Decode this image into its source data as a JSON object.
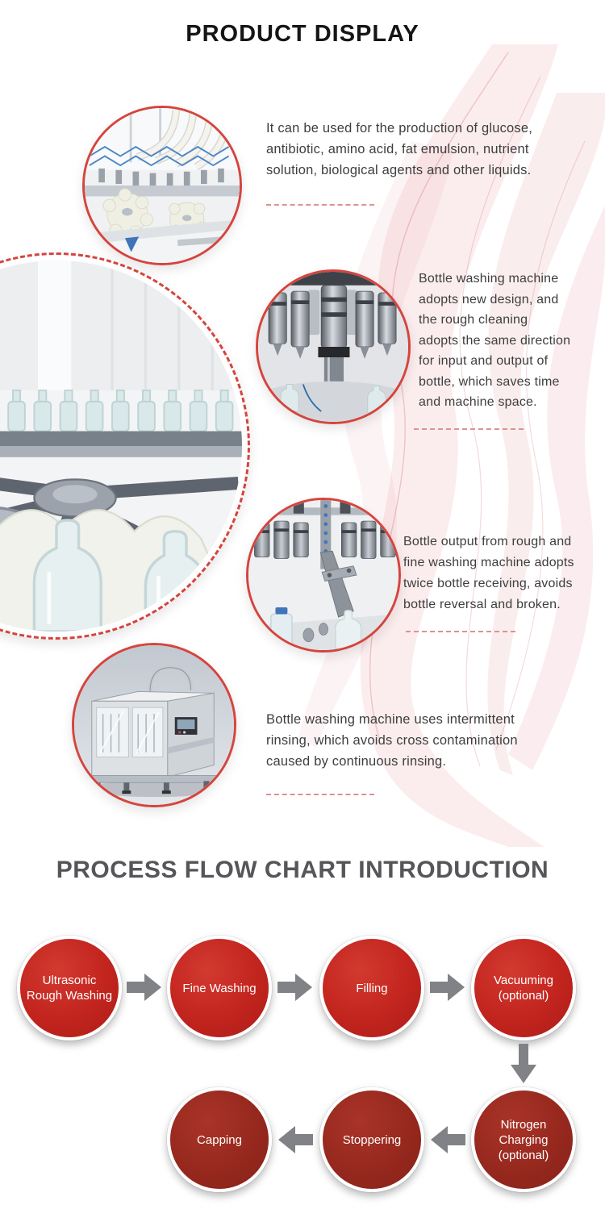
{
  "header": {
    "title": "PRODUCT DISPLAY"
  },
  "features": [
    {
      "image": "filling-line-closeup-photo",
      "text": "It can be used for the production of glucose,\nantibiotic, amino acid, fat emulsion, nutrient\nsolution, biological agents and other liquids."
    },
    {
      "image": "bottle-washing-heads-closeup-photo",
      "text": "Bottle washing machine\nadopts new design, and\nthe rough cleaning\nadopts the same direction\nfor input and output of\nbottle, which saves time\nand machine space."
    },
    {
      "image": "bottle-gripper-closeup-photo",
      "text": "Bottle output from rough and\nfine washing machine adopts\ntwice bottle receiving, avoids\nbottle reversal and broken."
    },
    {
      "image": "washing-machine-full-view-photo",
      "text": "Bottle washing machine uses intermittent\nrinsing, which avoids cross contamination\ncaused by continuous rinsing."
    }
  ],
  "hero_image": "bottle-washing-machine-interior-photo",
  "process": {
    "title": "PROCESS FLOW CHART INTRODUCTION",
    "steps": [
      {
        "label": "Ultrasonic\nRough Washing"
      },
      {
        "label": "Fine Washing"
      },
      {
        "label": "Filling"
      },
      {
        "label": "Vacuuming\n(optional)"
      },
      {
        "label": "Nitrogen\nCharging\n(optional)"
      },
      {
        "label": "Stoppering"
      },
      {
        "label": "Capping"
      }
    ]
  },
  "colors": {
    "accent_ring_red": "#d5443e",
    "flow_red_bright": "#c2241e",
    "flow_red_dark": "#96281e",
    "arrow_gray": "#808285",
    "dash_pink": "#de9191",
    "heading_gray": "#56565a",
    "body_text": "#3e3e3e",
    "decor_pink": "#e8929c"
  }
}
